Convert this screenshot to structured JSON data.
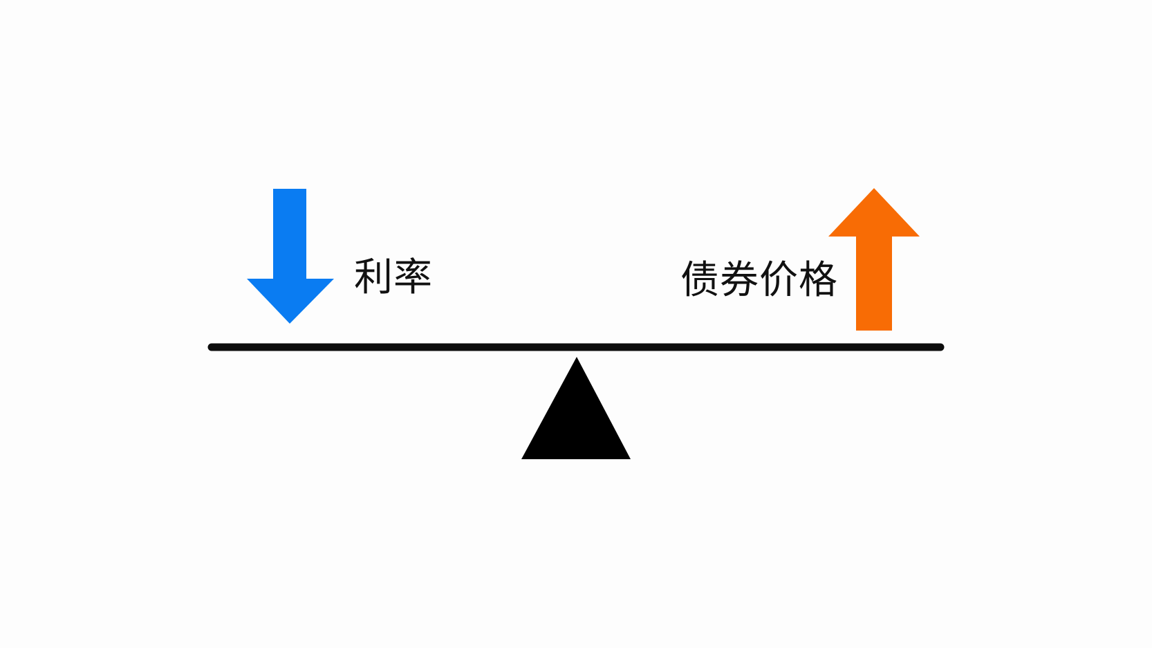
{
  "diagram": {
    "left_label": "利率",
    "right_label": "债券价格",
    "left_arrow": {
      "direction": "down",
      "color": "#0a7cf2",
      "icon": "arrow-down-icon"
    },
    "right_arrow": {
      "direction": "up",
      "color": "#f86c05",
      "icon": "arrow-up-icon"
    },
    "beam_color": "#0d0d0d",
    "fulcrum_color": "#000000",
    "fulcrum_icon": "triangle-fulcrum-icon"
  }
}
